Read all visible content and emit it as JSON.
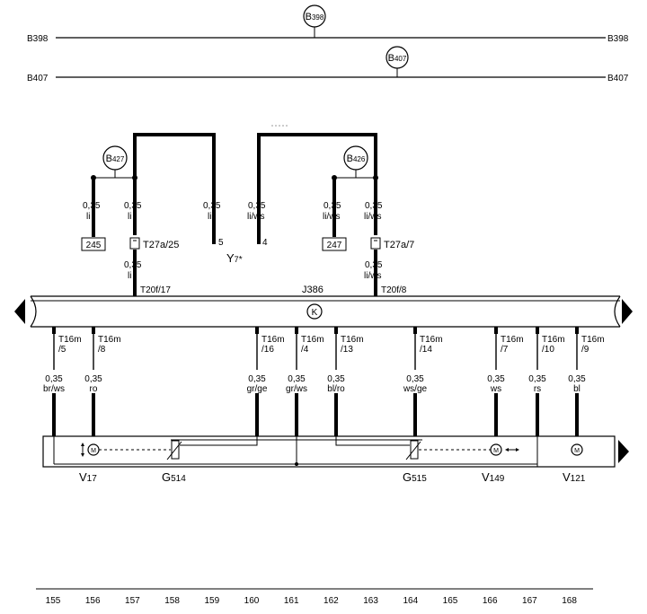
{
  "buses": {
    "b398": {
      "label_left": "B398",
      "label_right": "B398",
      "connector_prefix": "B",
      "connector_sub": "398"
    },
    "b407": {
      "label_left": "B407",
      "label_right": "B407",
      "connector_prefix": "B",
      "connector_sub": "407"
    }
  },
  "connectors": {
    "b427": {
      "prefix": "B",
      "sub": "427"
    },
    "b426": {
      "prefix": "B",
      "sub": "426"
    }
  },
  "upper": {
    "w1": {
      "gauge": "0,35",
      "color": "li"
    },
    "w2": {
      "gauge": "0,35",
      "color": "li"
    },
    "w2b": {
      "gauge": "0,35",
      "color": "li"
    },
    "w3": {
      "gauge": "0,35",
      "color": "li"
    },
    "w4": {
      "gauge": "0,35",
      "color": "li/ws"
    },
    "w5": {
      "gauge": "0,35",
      "color": "li/ws"
    },
    "w6": {
      "gauge": "0,35",
      "color": "li/ws"
    },
    "w6b": {
      "gauge": "0,35",
      "color": "li/ws"
    },
    "ref245": "245",
    "ref247": "247",
    "t27a25": "T27a/25",
    "t27a7": "T27a/7",
    "pin5": "5",
    "pin4": "4",
    "y7_main": "Y",
    "y7_sub": "7",
    "y7_mark": "*",
    "t20f17": "T20f/17",
    "t20f8": "T20f/8"
  },
  "module": {
    "name": "J386",
    "ground_symbol": "K"
  },
  "lower_wires": [
    {
      "pin_a": "T16m",
      "pin_b": "/5",
      "gauge": "0,35",
      "color": "br/ws"
    },
    {
      "pin_a": "T16m",
      "pin_b": "/8",
      "gauge": "0,35",
      "color": "ro"
    },
    {
      "pin_a": "T16m",
      "pin_b": "/16",
      "gauge": "0,35",
      "color": "gr/ge"
    },
    {
      "pin_a": "T16m",
      "pin_b": "/4",
      "gauge": "0,35",
      "color": "gr/ws"
    },
    {
      "pin_a": "T16m",
      "pin_b": "/13",
      "gauge": "0,35",
      "color": "bl/ro"
    },
    {
      "pin_a": "T16m",
      "pin_b": "/14",
      "gauge": "0,35",
      "color": "ws/ge"
    },
    {
      "pin_a": "T16m",
      "pin_b": "/7",
      "gauge": "0,35",
      "color": "ws"
    },
    {
      "pin_a": "T16m",
      "pin_b": "/10",
      "gauge": "0,35",
      "color": "rs"
    },
    {
      "pin_a": "T16m",
      "pin_b": "/9",
      "gauge": "0,35",
      "color": "bl"
    }
  ],
  "components": {
    "v17": {
      "main": "V",
      "sub": "17"
    },
    "g514": {
      "main": "G",
      "sub": "514"
    },
    "g515": {
      "main": "G",
      "sub": "515"
    },
    "v149": {
      "main": "V",
      "sub": "149"
    },
    "v121": {
      "main": "V",
      "sub": "121"
    },
    "motor_letter": "M"
  },
  "grid_numbers": [
    "155",
    "156",
    "157",
    "158",
    "159",
    "160",
    "161",
    "162",
    "163",
    "164",
    "165",
    "166",
    "167",
    "168"
  ]
}
